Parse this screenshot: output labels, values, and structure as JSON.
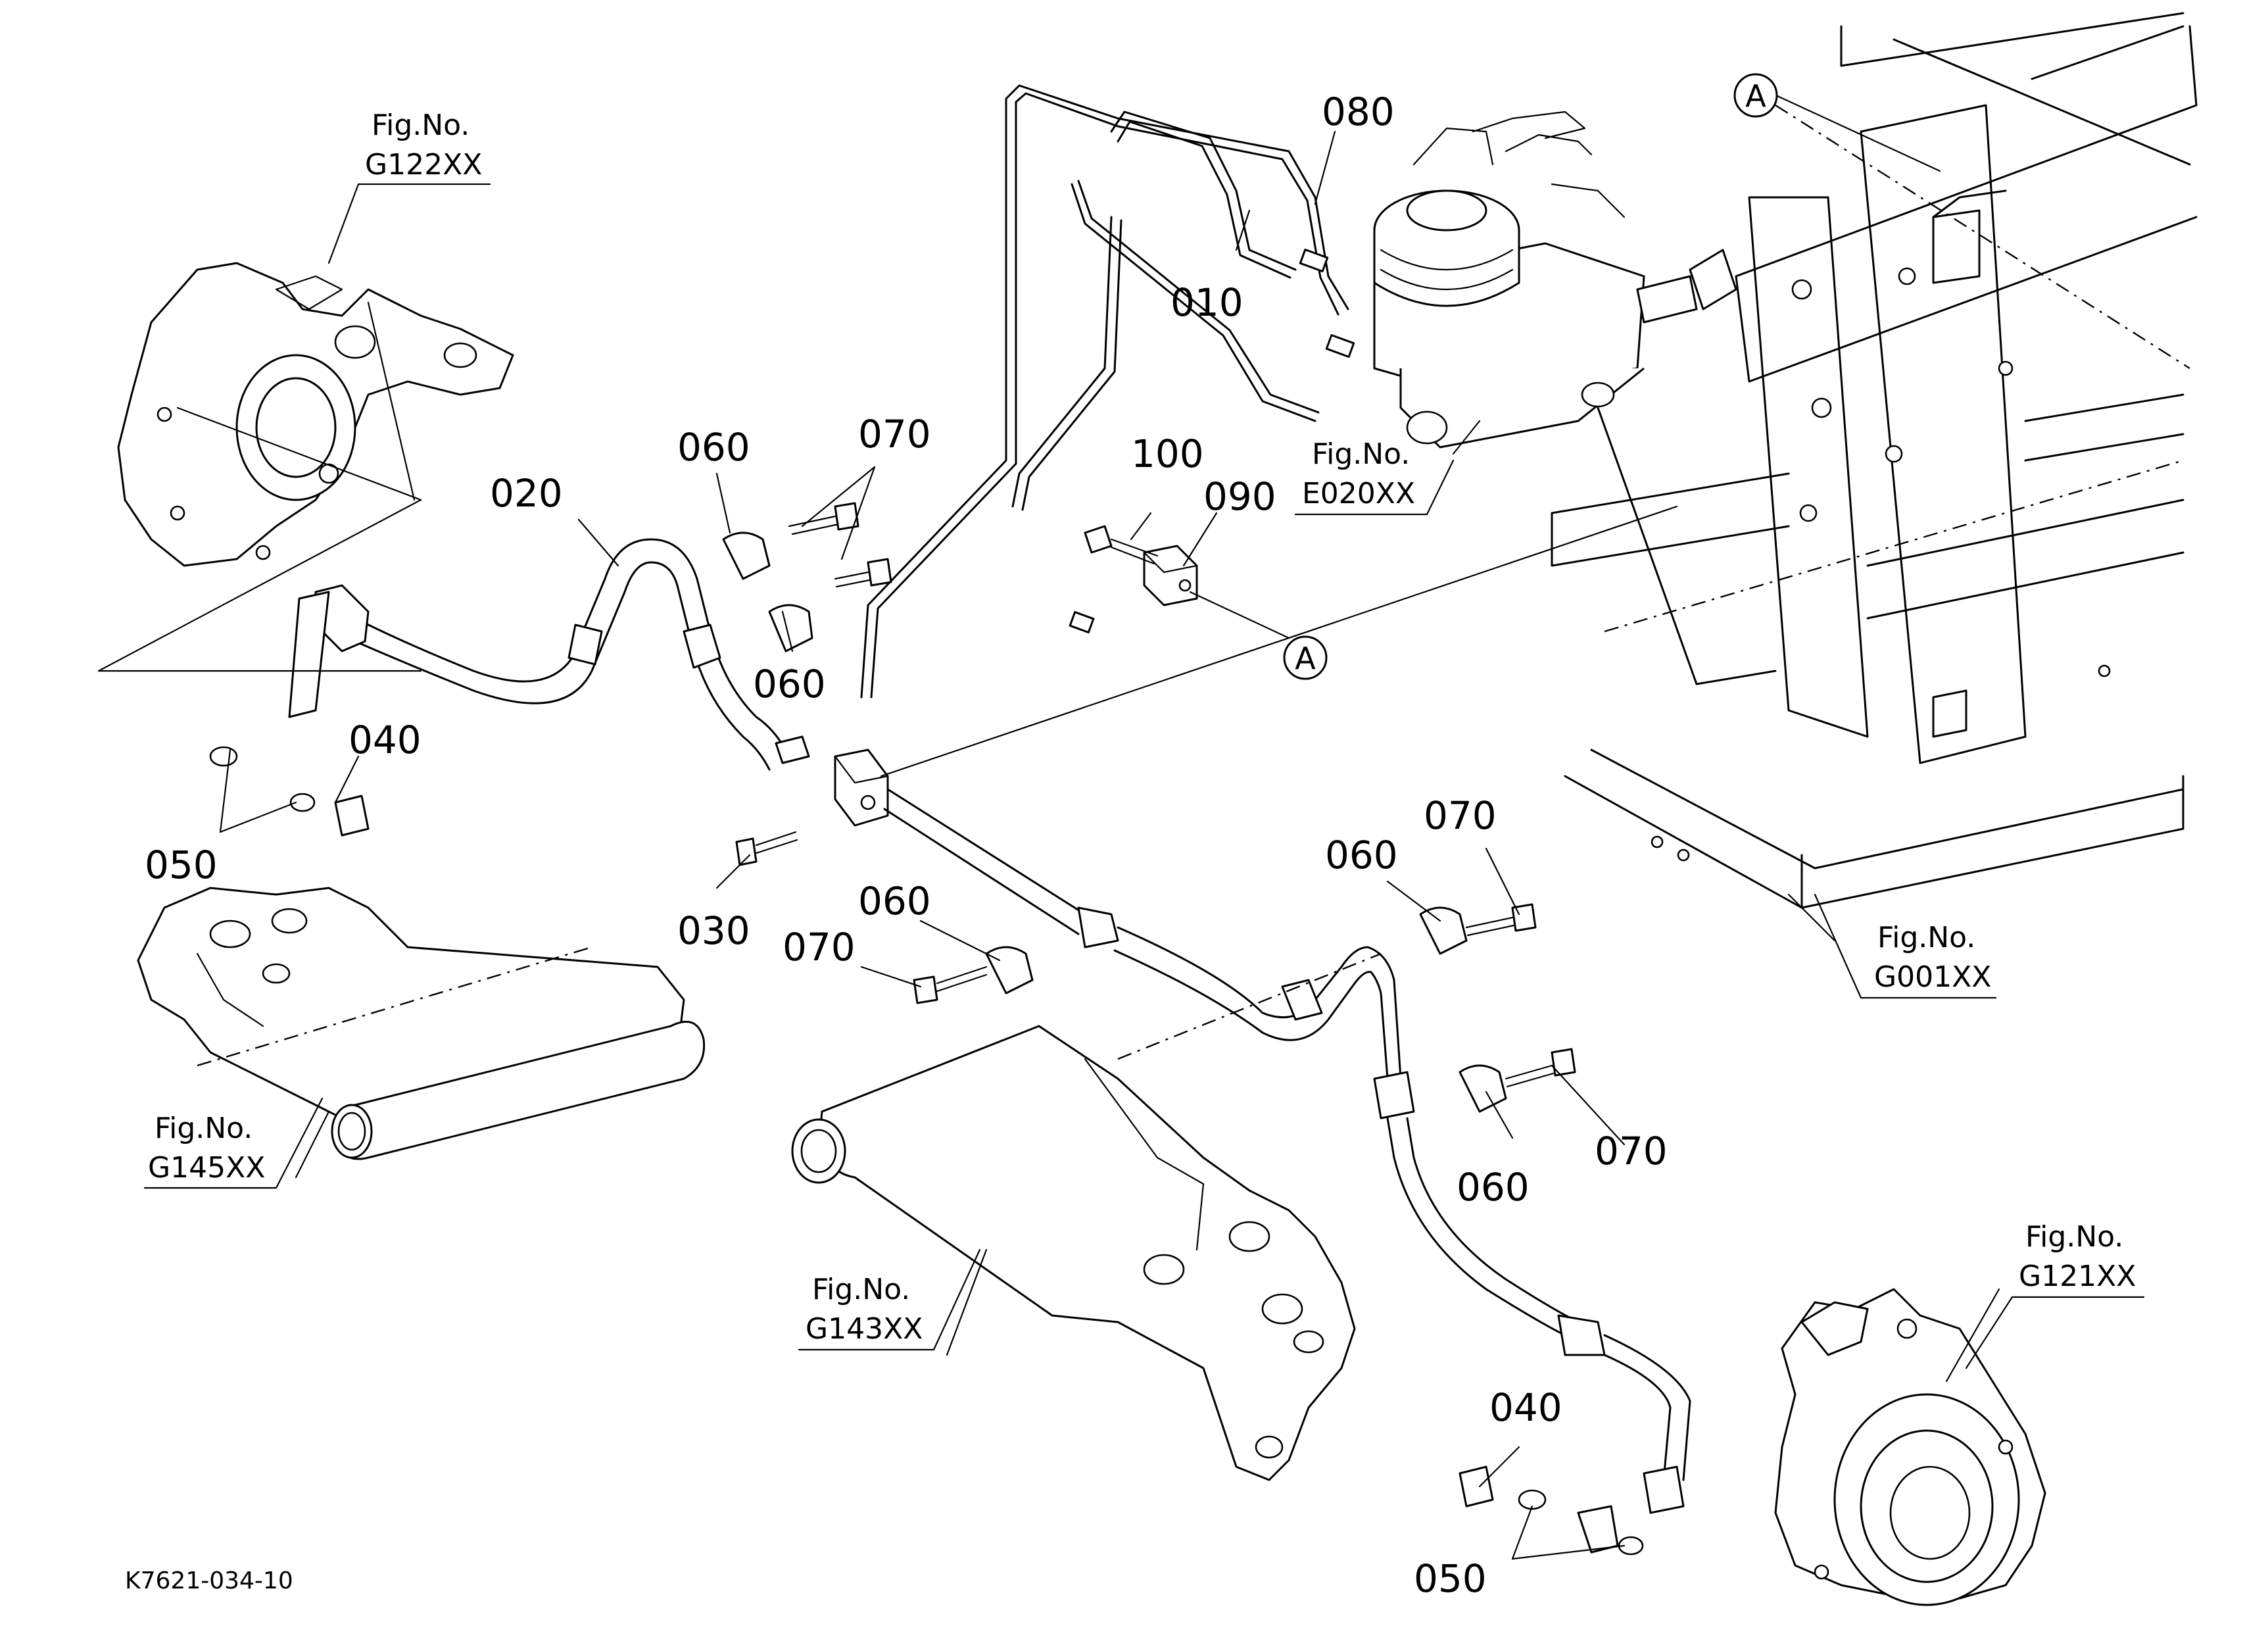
{
  "parts": {
    "p010": "010",
    "p020": "020",
    "p030": "030",
    "p040a": "040",
    "p040b": "040",
    "p050a": "050",
    "p050b": "050",
    "p060a": "060",
    "p060b": "060",
    "p060c": "060",
    "p060d": "060",
    "p060e": "060",
    "p070a": "070",
    "p070b": "070",
    "p070c": "070",
    "p070d": "070",
    "p080": "080",
    "p090": "090",
    "p100": "100"
  },
  "figures": {
    "g122": {
      "label": "Fig.No.",
      "code": "G122XX"
    },
    "e020": {
      "label": "Fig.No.",
      "code": "E020XX"
    },
    "g001": {
      "label": "Fig.No.",
      "code": "G001XX"
    },
    "g145": {
      "label": "Fig.No.",
      "code": "G145XX"
    },
    "g143": {
      "label": "Fig.No.",
      "code": "G143XX"
    },
    "g121": {
      "label": "Fig.No.",
      "code": "G121XX"
    }
  },
  "markers": {
    "a_top": "A",
    "a_mid": "A"
  },
  "drawing_id": "K7621-034-10"
}
